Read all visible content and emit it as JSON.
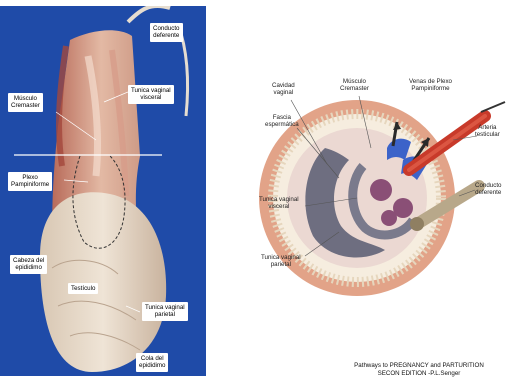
{
  "photo": {
    "labels": {
      "conducto_deferente": "Conducto\ndeferente",
      "musculo_cremaster": "Músculo\nCremaster",
      "tunica_vaginal_visceral": "Tunica vaginal\nvisceral",
      "plexo_pampiniforme": "Plexo\nPampiniforme",
      "cabeza_epididimo": "Cabeza del\nepididimo",
      "testiculo": "Testículo",
      "tunica_vaginal_parietal": "Tunica vaginal\nparietal",
      "cola_epididimo": "Cola del\nepididimo"
    }
  },
  "diagram": {
    "labels": {
      "cavidad_vaginal": "Cavidad\nvaginal",
      "musculo_cremaster": "Músculo\nCremaster",
      "venas_plexo": "Venas de Plexo\nPampiniforme",
      "fascia_espermatica": "Fascia\nespermática",
      "arteria_testicular": "Arteria\ntesticular",
      "tunica_vaginal_visceral": "Tunica vaginal\nvisceral",
      "conducto_deferente": "Conducto\ndeferente",
      "tunica_vaginal_parietal": "Tunica vaginal\nparietal"
    }
  },
  "credit": "Pathways to PREGNANCY and PARTURITION\nSECON EDITION -P.L.Senger"
}
